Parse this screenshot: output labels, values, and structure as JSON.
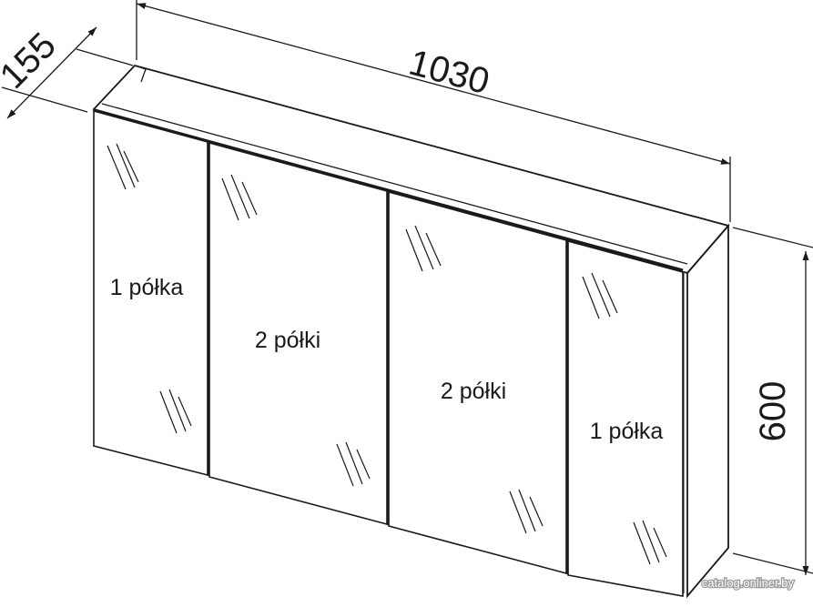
{
  "dimensions": {
    "width": "1030",
    "depth": "155",
    "height": "600"
  },
  "doors": [
    {
      "shelves": "1 półka"
    },
    {
      "shelves": "2 półki"
    },
    {
      "shelves": "2 półki"
    },
    {
      "shelves": "1 półka"
    }
  ],
  "watermark": "catalog.onliner.by"
}
